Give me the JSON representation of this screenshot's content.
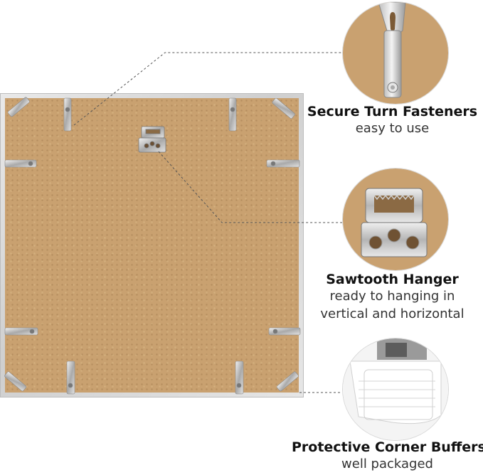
{
  "features": [
    {
      "title": "Secure Turn Fasteners",
      "subtitle": [
        "easy to use"
      ]
    },
    {
      "title": "Sawtooth Hanger",
      "subtitle": [
        "ready to hanging in",
        "vertical and horizontal"
      ]
    },
    {
      "title": "Protective Corner Buffers",
      "subtitle": [
        "well packaged"
      ]
    }
  ],
  "colors": {
    "board": "#c9a170",
    "frame": "#d9d9d9",
    "metal": "#c8c8c8"
  }
}
